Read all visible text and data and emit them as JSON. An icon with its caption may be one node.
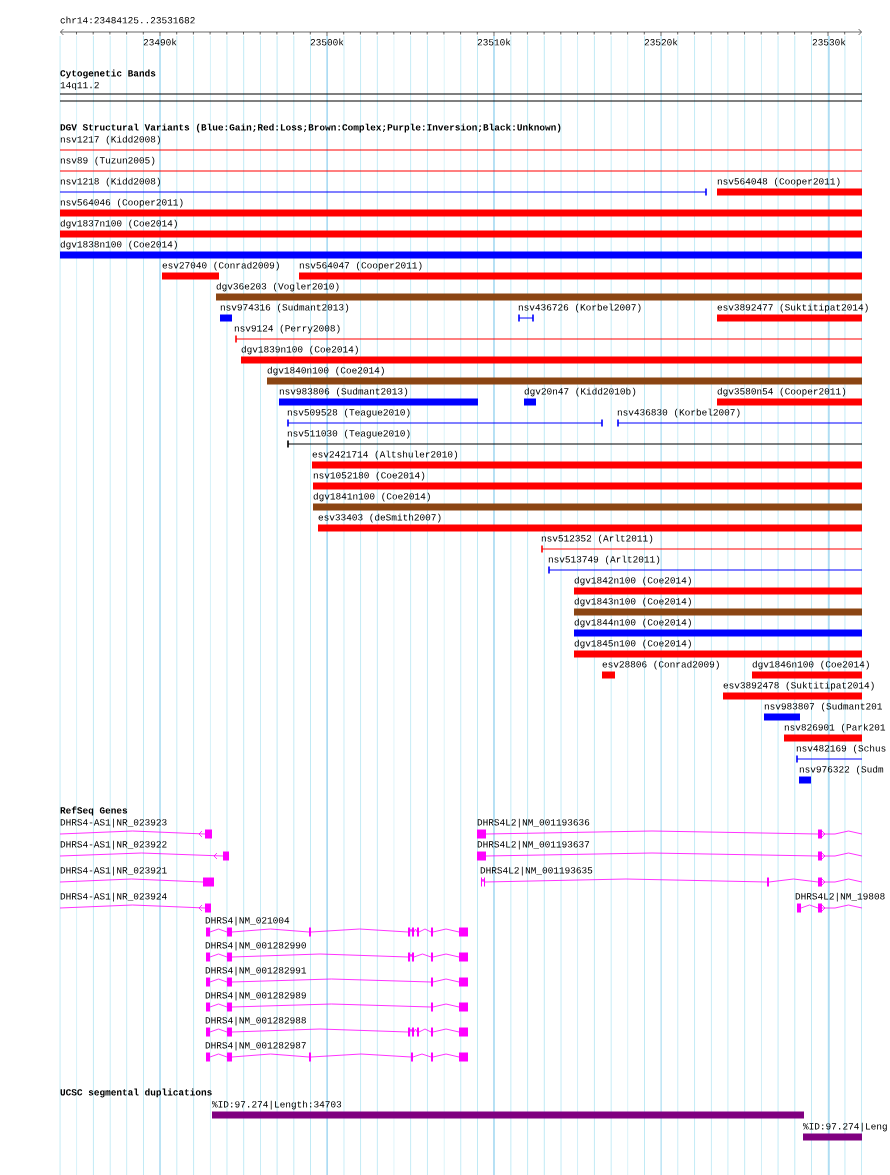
{
  "diagram": {
    "title": "chr14:23484125..23531682",
    "nodes": [
      {
        "text": [
          "nsv1217 (Kidd2008)"
        ]
      },
      {
        "text": [
          "nsv89 (Tuzun2005)"
        ]
      },
      {
        "text": [
          "nsv1218 (Kidd2008)"
        ]
      },
      {
        "text": [
          "nsv564048 (Cooper2011)"
        ]
      },
      {
        "text": [
          "nsv564046 (Cooper2011)"
        ]
      },
      {
        "text": [
          "dgv1837n100 (Coe2014)"
        ]
      },
      {
        "text": [
          "dgv1838n100 (Coe2014)"
        ]
      },
      {
        "text": [
          "esv27040 (Conrad2009)"
        ]
      },
      {
        "text": [
          "nsv564047 (Cooper2011)"
        ]
      },
      {
        "text": [
          "dgv36e203 (Vogler2010)"
        ]
      },
      {
        "text": [
          "nsv974316 (Sudmant2013)"
        ]
      },
      {
        "text": [
          "nsv436726 (Korbel2007)"
        ]
      },
      {
        "text": [
          "esv3892477 (Suktitipat2014)"
        ]
      },
      {
        "text": [
          "nsv9124 (Perry2008)"
        ]
      },
      {
        "text": [
          "dgv1839n100 (Coe2014)"
        ]
      },
      {
        "text": [
          "dgv1840n100 (Coe2014)"
        ]
      },
      {
        "text": [
          "nsv983806 (Sudmant2013)"
        ]
      },
      {
        "text": [
          "dgv20n47 (Kidd2010b)"
        ]
      },
      {
        "text": [
          "dgv3580n54 (Cooper2011)"
        ]
      },
      {
        "text": [
          "nsv509528 (Teague2010)"
        ]
      },
      {
        "text": [
          "nsv436830 (Korbel2007)"
        ]
      },
      {
        "text": [
          "nsv511030 (Teague2010)"
        ]
      },
      {
        "text": [
          "esv2421714 (Altshuler2010)"
        ]
      },
      {
        "text": [
          "nsv1052180 (Coe2014)"
        ]
      },
      {
        "text": [
          "dgv1841n100 (Coe2014)"
        ]
      },
      {
        "text": [
          "esv33403 (deSmith2007)"
        ]
      },
      {
        "text": [
          "nsv512352 (Arlt2011)"
        ]
      },
      {
        "text": [
          "nsv513749 (Arlt2011)"
        ]
      },
      {
        "text": [
          "dgv1842n100 (Coe2014)"
        ]
      },
      {
        "text": [
          "dgv1843n100 (Coe2014)"
        ]
      },
      {
        "text": [
          "dgv1844n100 (Coe2014)"
        ]
      },
      {
        "text": [
          "dgv1845n100 (Coe2014)"
        ]
      },
      {
        "text": [
          "esv28806 (Conrad2009)"
        ]
      },
      {
        "text": [
          "dgv1846n100 (Coe2014)"
        ]
      },
      {
        "text": [
          "esv3892478 (Suktitipat2014)"
        ]
      },
      {
        "text": [
          "nsv983807 (Sudmant201"
        ]
      },
      {
        "text": [
          "nsv826901 (Park201"
        ]
      },
      {
        "text": [
          "nsv482169 (Schus"
        ]
      },
      {
        "text": [
          "nsv976322 (Sudm"
        ]
      },
      {
        "text": [
          "DHRS4-AS1|NR_023923"
        ]
      },
      {
        "text": [
          "DHRS4L2|NM_001193636"
        ]
      },
      {
        "text": [
          "DHRS4-AS1|NR_023922"
        ]
      },
      {
        "text": [
          "DHRS4L2|NM_001193637"
        ]
      },
      {
        "text": [
          "DHRS4-AS1|NR_023921"
        ]
      },
      {
        "text": [
          "DHRS4L2|NM_001193635"
        ]
      },
      {
        "text": [
          "DHRS4-AS1|NR_023924"
        ]
      },
      {
        "text": [
          "DHRS4L2|NM_19808"
        ]
      },
      {
        "text": [
          "DHRS4|NM_021004"
        ]
      },
      {
        "text": [
          "DHRS4|NM_001282990"
        ]
      },
      {
        "text": [
          "DHRS4|NM_001282991"
        ]
      },
      {
        "text": [
          "DHRS4|NM_001282989"
        ]
      },
      {
        "text": [
          "DHRS4|NM_001282988"
        ]
      },
      {
        "text": [
          "DHRS4|NM_001282987"
        ]
      },
      {
        "text": [
          "%ID:97.274|Length:34703"
        ]
      },
      {
        "text": [
          "%ID:97.274|Leng"
        ]
      }
    ],
    "labels": [
      "23490k",
      "23500k",
      "23510k",
      "23520k",
      "23530k",
      "Cytogenetic Bands",
      "14q11.2",
      "DGV Structural Variants (Blue:Gain;Red:Loss;Brown:Complex;Purple:Inversion;Black:Unknown)",
      "RefSeq Genes",
      "UCSC segmental duplications"
    ]
  }
}
